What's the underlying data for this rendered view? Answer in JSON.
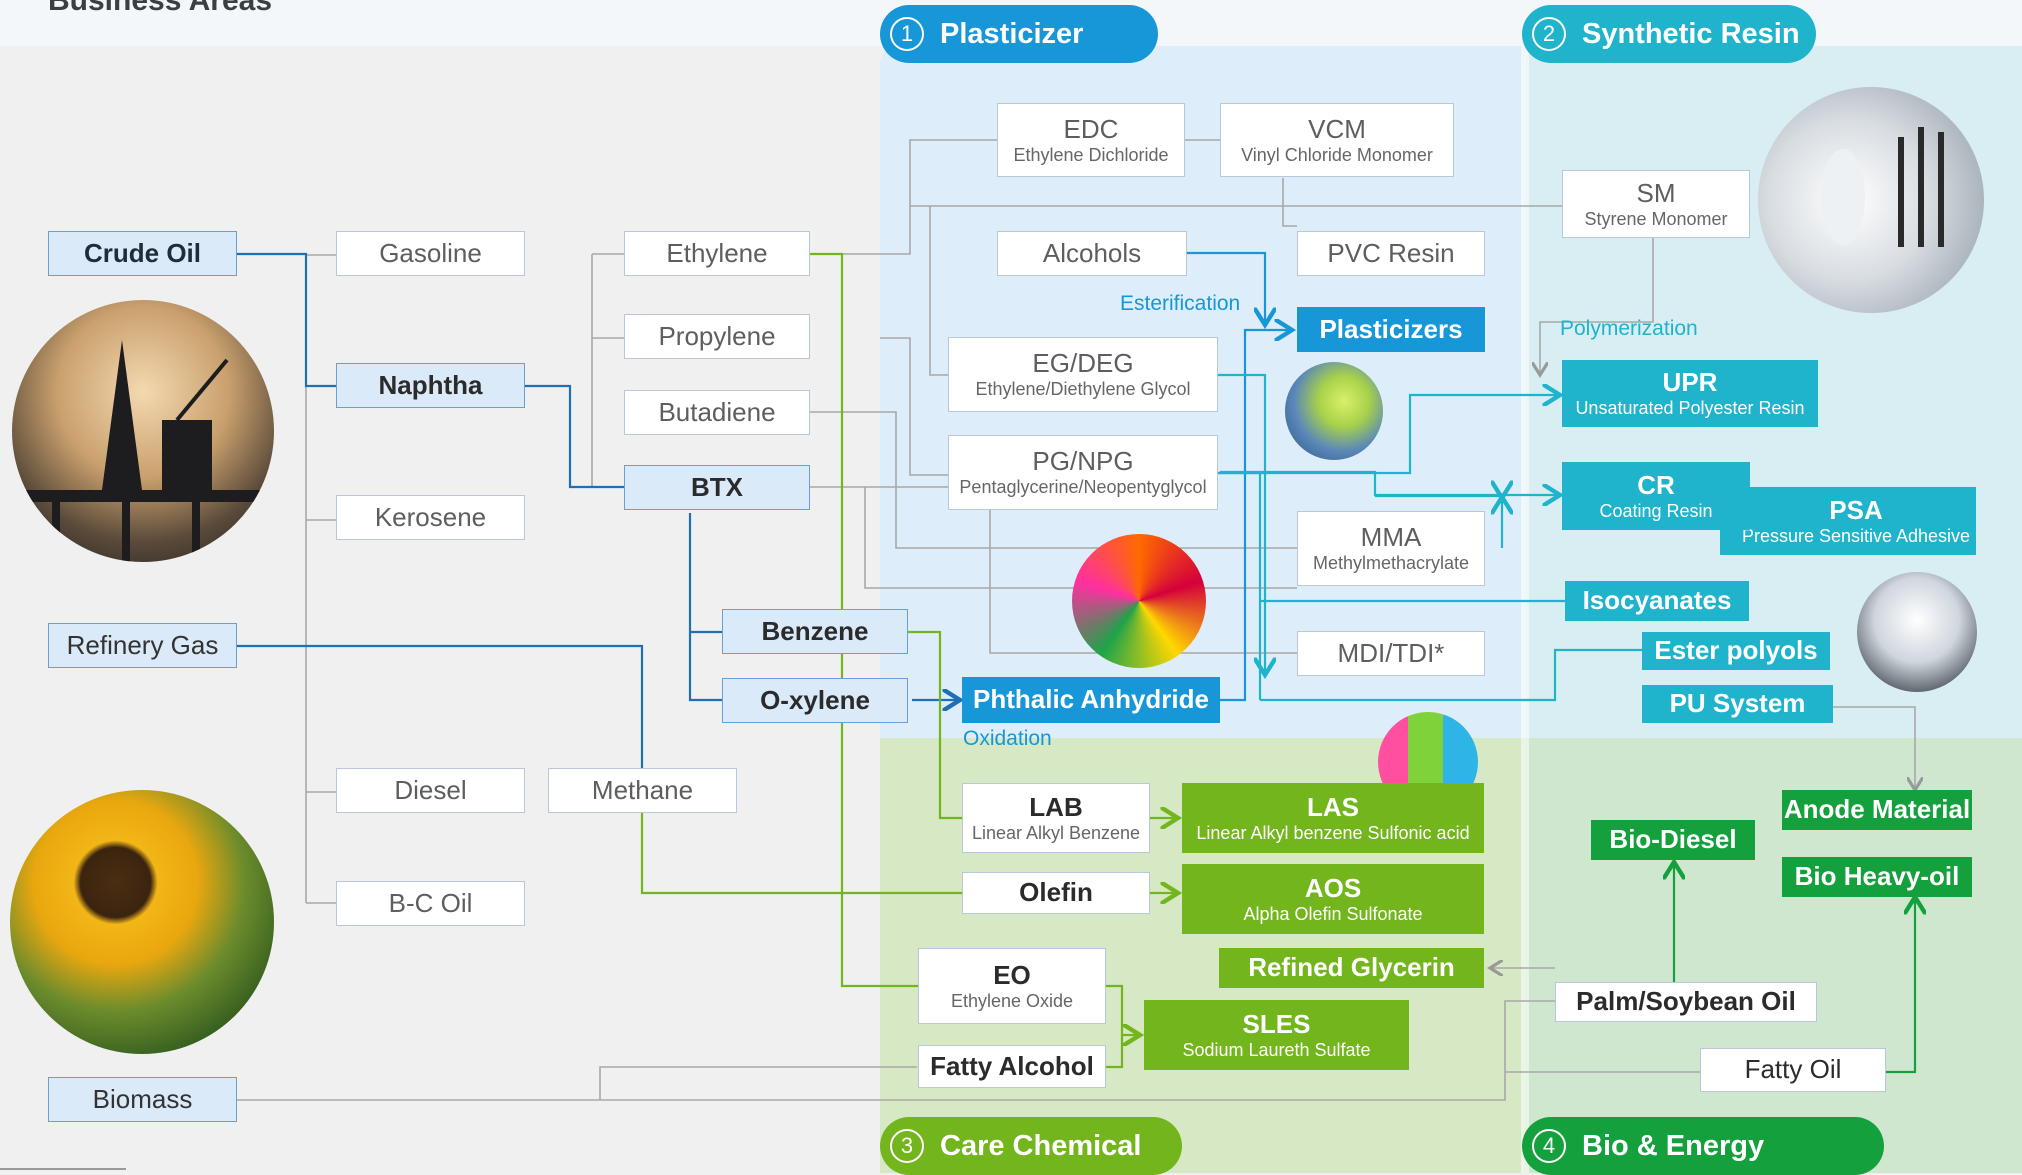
{
  "page": {
    "title": "Business Areas"
  },
  "colors": {
    "plasticizer": "#1797d8",
    "synthetic_resin": "#1fb3cc",
    "care_chemical": "#73b51c",
    "bio_energy": "#14a03c",
    "source_fill": "#dbeaf9"
  },
  "sections": {
    "plasticizer": {
      "num": "1",
      "label": "Plasticizer"
    },
    "synthetic_resin": {
      "num": "2",
      "label": "Synthetic Resin"
    },
    "care_chemical": {
      "num": "3",
      "label": "Care Chemical"
    },
    "bio_energy": {
      "num": "4",
      "label": "Bio & Energy"
    }
  },
  "sources": {
    "crude_oil": "Crude Oil",
    "refinery_gas": "Refinery Gas",
    "biomass": "Biomass"
  },
  "refinery_products": {
    "gasoline": "Gasoline",
    "naphtha": "Naphtha",
    "kerosene": "Kerosene",
    "diesel": "Diesel",
    "bc_oil": "B-C Oil"
  },
  "intermediates": {
    "ethylene": "Ethylene",
    "propylene": "Propylene",
    "butadiene": "Butadiene",
    "btx": "BTX",
    "benzene": "Benzene",
    "oxylene": "O-xylene",
    "methane": "Methane"
  },
  "plasticizer_products": {
    "edc": {
      "title": "EDC",
      "sub": "Ethylene Dichloride"
    },
    "vcm": {
      "title": "VCM",
      "sub": "Vinyl Chloride Monomer"
    },
    "alcohols": "Alcohols",
    "pvc_resin": "PVC Resin",
    "plasticizers": "Plasticizers",
    "eg_deg": {
      "title": "EG/DEG",
      "sub": "Ethylene/Diethylene Glycol"
    },
    "pg_npg": {
      "title": "PG/NPG",
      "sub": "Pentaglycerine/Neopentyglycol"
    },
    "mma": {
      "title": "MMA",
      "sub": "Methylmethacrylate"
    },
    "mdi_tdi": "MDI/TDI*",
    "phthalic_anhydride": "Phthalic Anhydride"
  },
  "resin_products": {
    "sm": {
      "title": "SM",
      "sub": "Styrene Monomer"
    },
    "upr": {
      "title": "UPR",
      "sub": "Unsaturated Polyester Resin"
    },
    "cr": {
      "title": "CR",
      "sub": "Coating Resin"
    },
    "psa": {
      "title": "PSA",
      "sub": "Pressure Sensitive Adhesive"
    },
    "isocyanates": "Isocyanates",
    "ester_polyols": "Ester polyols",
    "pu_system": "PU System"
  },
  "care_products": {
    "lab": {
      "title": "LAB",
      "sub": "Linear Alkyl Benzene"
    },
    "las": {
      "title": "LAS",
      "sub": "Linear Alkyl benzene Sulfonic acid"
    },
    "olefin": "Olefin",
    "aos": {
      "title": "AOS",
      "sub": "Alpha Olefin Sulfonate"
    },
    "refined_glycerin": "Refined Glycerin",
    "eo": {
      "title": "EO",
      "sub": "Ethylene Oxide"
    },
    "fatty_alcohol": "Fatty Alcohol",
    "sles": {
      "title": "SLES",
      "sub": "Sodium Laureth Sulfate"
    }
  },
  "bio_products": {
    "anode_material": "Anode Material",
    "bio_diesel": "Bio-Diesel",
    "bio_heavy_oil": "Bio Heavy-oil",
    "palm_soybean_oil": "Palm/Soybean Oil",
    "fatty_oil": "Fatty Oil"
  },
  "process_labels": {
    "esterification": "Esterification",
    "polymerization": "Polymerization",
    "oxidation": "Oxidation"
  },
  "images": [
    "oil-rig-photo",
    "sunflower-photo",
    "plastic-granules-photo",
    "paint-art-photo",
    "spray-painter-photo",
    "detergent-bottles-photo",
    "interior-room-photo"
  ]
}
